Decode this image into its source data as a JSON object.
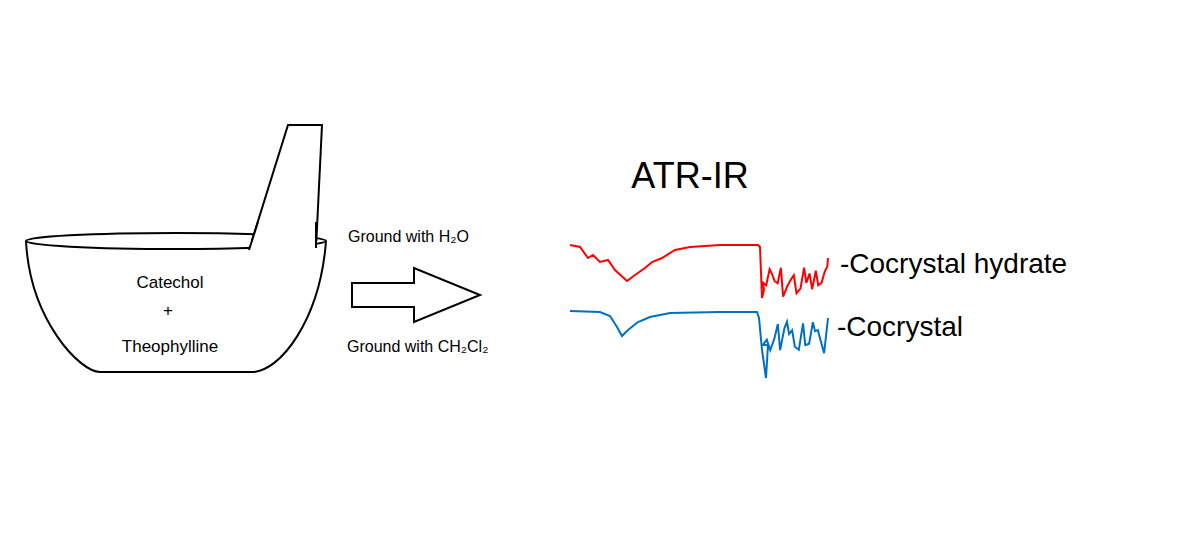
{
  "diagram": {
    "nodes": [
      {
        "text": [
          "Catechol",
          "+",
          "Theophylline"
        ]
      }
    ],
    "labels": [
      "Ground with H₂O",
      "Ground with CH₂Cl₂",
      "ATR-IR",
      "-Cocrystal hydrate",
      "-Cocrystal"
    ]
  }
}
